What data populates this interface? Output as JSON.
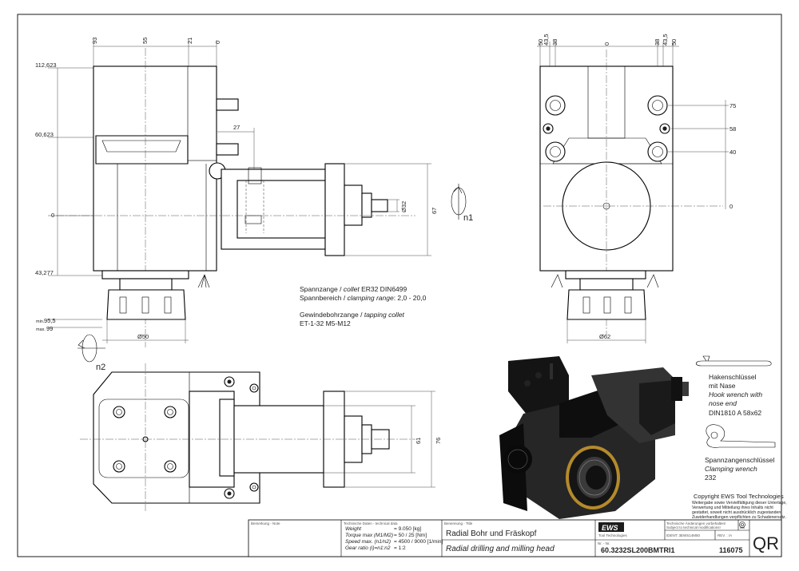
{
  "dims": {
    "top_93": "93",
    "top_55": "55",
    "top_21": "21",
    "top_0": "0",
    "left_112": "112,623",
    "left_60": "60,623",
    "left_0": "0",
    "left_43": "43,277",
    "left_min": "min.",
    "left_min_val": "95,5",
    "left_max": "max.",
    "left_max_val": "99",
    "d27": "27",
    "d32": "Ø32",
    "d67": "67",
    "d50": "Ø50",
    "r_50a": "50",
    "r_43a": "43,5",
    "r_38a": "38",
    "r_0": "0",
    "r_38b": "38",
    "r_43b": "43,5",
    "r_50b": "50",
    "r_75": "75",
    "r_58": "58",
    "r_40": "40",
    "r_zero": "0",
    "d62": "Ø62",
    "d61": "61",
    "d76": "76"
  },
  "labels": {
    "n1": "n1",
    "n2": "n2"
  },
  "collet": {
    "line1_de": "Spannzange /",
    "line1_en": "collet",
    "line1_spec": "ER32    DIN6499",
    "line2_de": "Spannbereich /",
    "line2_en": "clamping range",
    "line2_val": ": 2,0 - 20,0",
    "line3_de": "Gewindebohrzange /",
    "line3_en": "tapping collet",
    "line4": "ET-1-32   M5-M12"
  },
  "accessories": {
    "hook_de_1": "Hakenschlüssel",
    "hook_de_2": "mit Nase",
    "hook_en_1": "Hook wrench with",
    "hook_en_2": "nose end",
    "hook_spec": "DIN1810 A 58x62",
    "clamp_de": "Spannzangenschlüssel",
    "clamp_en": "Clamping wrench",
    "clamp_spec": "232"
  },
  "copyright": {
    "line1": "Copyright EWS Tool Technologies",
    "line2": "Weitergabe sowie Vervielfältigung dieser Unterlage,",
    "line3": "Verwertung und Mitteilung ihres Inhalts nicht",
    "line4": "gestattet, soweit nicht ausdrücklich zugestanden.",
    "line5": "Zuwiderhandlungen verpflichten zu Schadenersatz."
  },
  "titleblock": {
    "remark_label": "Bemerkung - Note",
    "tech_label": "Technische Daten - technical data",
    "weight_k": "Weight",
    "weight_v": "= 9.050 [kg]",
    "torque_k": "Torque max (M1/M2)",
    "torque_v": "= 50 / 25 [Nm]",
    "speed_k": "Speed max. (n1/n2)",
    "speed_v": "= 4500 / 9000 [1/min]",
    "ratio_k": "Gear ratio (i)=n1:n2",
    "ratio_v": "= 1:2",
    "name_label": "Benennung - Title",
    "title_de": "Radial Bohr und Fräskopf",
    "title_en": "Radial drilling and milling head",
    "no_label": "Nr. - Nr.",
    "part_no": "60.3232SL200BMTRI1",
    "logo": "EWS",
    "logo_sub": "Tool Technologies",
    "tech_change_1": "Technische Änderungen vorbehalten!",
    "tech_change_2": "Subject to technical modifications!",
    "ident": "IDENT: 3EWS14M50",
    "rev": "REV. : /A",
    "ident_no": "116075",
    "qr": "QR"
  }
}
